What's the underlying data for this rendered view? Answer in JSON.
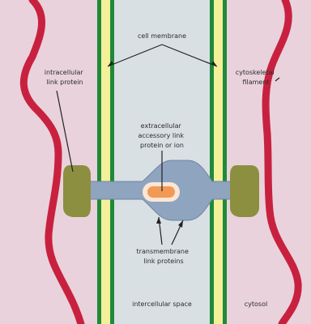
{
  "labels": {
    "cell_membrane": "cell membrane",
    "intracellular_link_protein": [
      "intracellular",
      "link protein"
    ],
    "cytoskeletal_filament": [
      "cytoskeletal",
      "filament"
    ],
    "extracellular_accessory": [
      "extracellular",
      "accessory link",
      "protein or ion"
    ],
    "transmembrane_link_proteins": [
      "transmembrane",
      "link proteins"
    ],
    "intercellular_space": "intercellular space",
    "cytosol": "cytosol"
  },
  "colors": {
    "cytosol": "#e9d2dc",
    "intercellular_space": "#d9e0e4",
    "membrane_outer": "#1f8a3a",
    "membrane_inner": "#f4f09a",
    "filament": "#c8213f",
    "anchor_protein": "#8c8f3f",
    "link_protein": "#8ea4bf",
    "accessory_ion": "#f19a55",
    "accessory_ring": "#fbe6d6",
    "text": "#2b2b2b",
    "leader_line": "#222222"
  }
}
